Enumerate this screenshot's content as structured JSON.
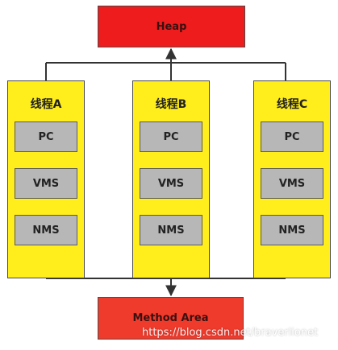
{
  "heap": {
    "label": "Heap"
  },
  "method_area": {
    "label": "Method Area"
  },
  "threads": [
    {
      "title": "线程A",
      "registers": [
        "PC",
        "VMS",
        "NMS"
      ]
    },
    {
      "title": "线程B",
      "registers": [
        "PC",
        "VMS",
        "NMS"
      ]
    },
    {
      "title": "线程C",
      "registers": [
        "PC",
        "VMS",
        "NMS"
      ]
    }
  ],
  "watermark": {
    "text": "https://blog.csdn.net/braverlionet"
  },
  "colors": {
    "heap_fill": "#ee1c1c",
    "method_area_fill": "#ef3b2c",
    "thread_fill": "#ffee1c",
    "register_fill": "#b7b7b7",
    "connector": "#333333"
  }
}
